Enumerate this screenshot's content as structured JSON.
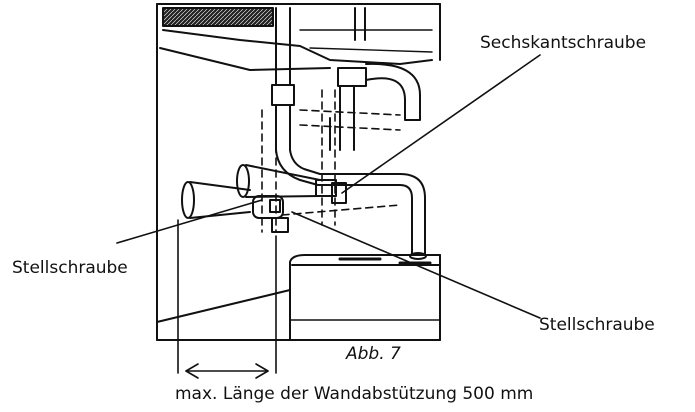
{
  "labels": {
    "hex_screw": "Sechskantschraube",
    "adjust_screw_left": "Stellschraube",
    "adjust_screw_right": "Stellschraube"
  },
  "caption": "Abb. 7",
  "dimension_label": "max. Länge der Wandabstützung 500 mm"
}
